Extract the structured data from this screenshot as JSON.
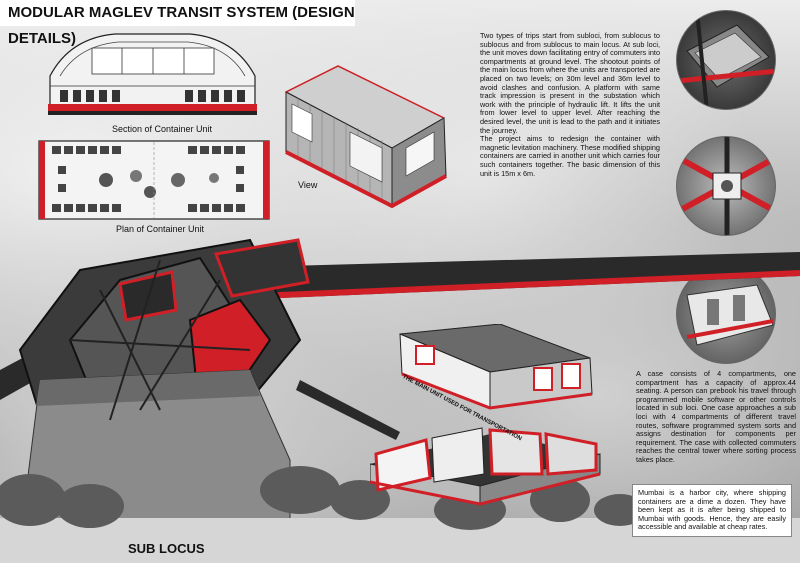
{
  "title": "MODULAR  MAGLEV TRANSIT SYSTEM (DESIGN DETAILS)",
  "captions": {
    "section": "Section of Container Unit",
    "plan": "Plan of Container Unit",
    "view": "View",
    "main_unit": "THE MAIN UNIT USED FOR TRANSPORTATION",
    "sub_locus": "SUB LOCUS"
  },
  "paragraphs": {
    "trips": "Two types of trips start from subloci, from sublocus to sublocus and from sublocus to main locus. At sub loci, the unit moves down facilitating entry of commuters into compartments at ground level. The shootout points of the main locus from where the units are transported are placed on two levels; on 30m level and 36m level to avoid clashes and confusion. A platform with same track impression is present in the substation which work with the principle of hydraulic lift. It lifts the unit from lower level to upper level. After reaching the desired level, the unit is lead to the path and it initiates the journey.",
    "project": "The project aims to redesign the container with magnetic levitation machinery. These modified shipping containers are carried in another unit which carries four such containers together. The basic dimension of this unit is 15m x 6m.",
    "case": "A case consists of 4 compartments, one compartment has a capacity of approx.44 seating. A person can prebook his travel through programmed mobile software or other controls located in sub loci. One case approaches a sub loci with 4 compartments of different travel routes, software programmed system sorts and assigns destination for components per requirement. The case with collected commuters reaches the central tower where sorting process takes place.",
    "mumbai": "Mumbai is a harbor city, where shipping containers are a dime a dozen. They have been kept as it is after being shipped to Mumbai with goods. Hence, they are easily accessible and available at cheap rates."
  },
  "colors": {
    "accent": "#d01f26",
    "dark": "#1c1c1c",
    "panel": "#ffffff"
  }
}
